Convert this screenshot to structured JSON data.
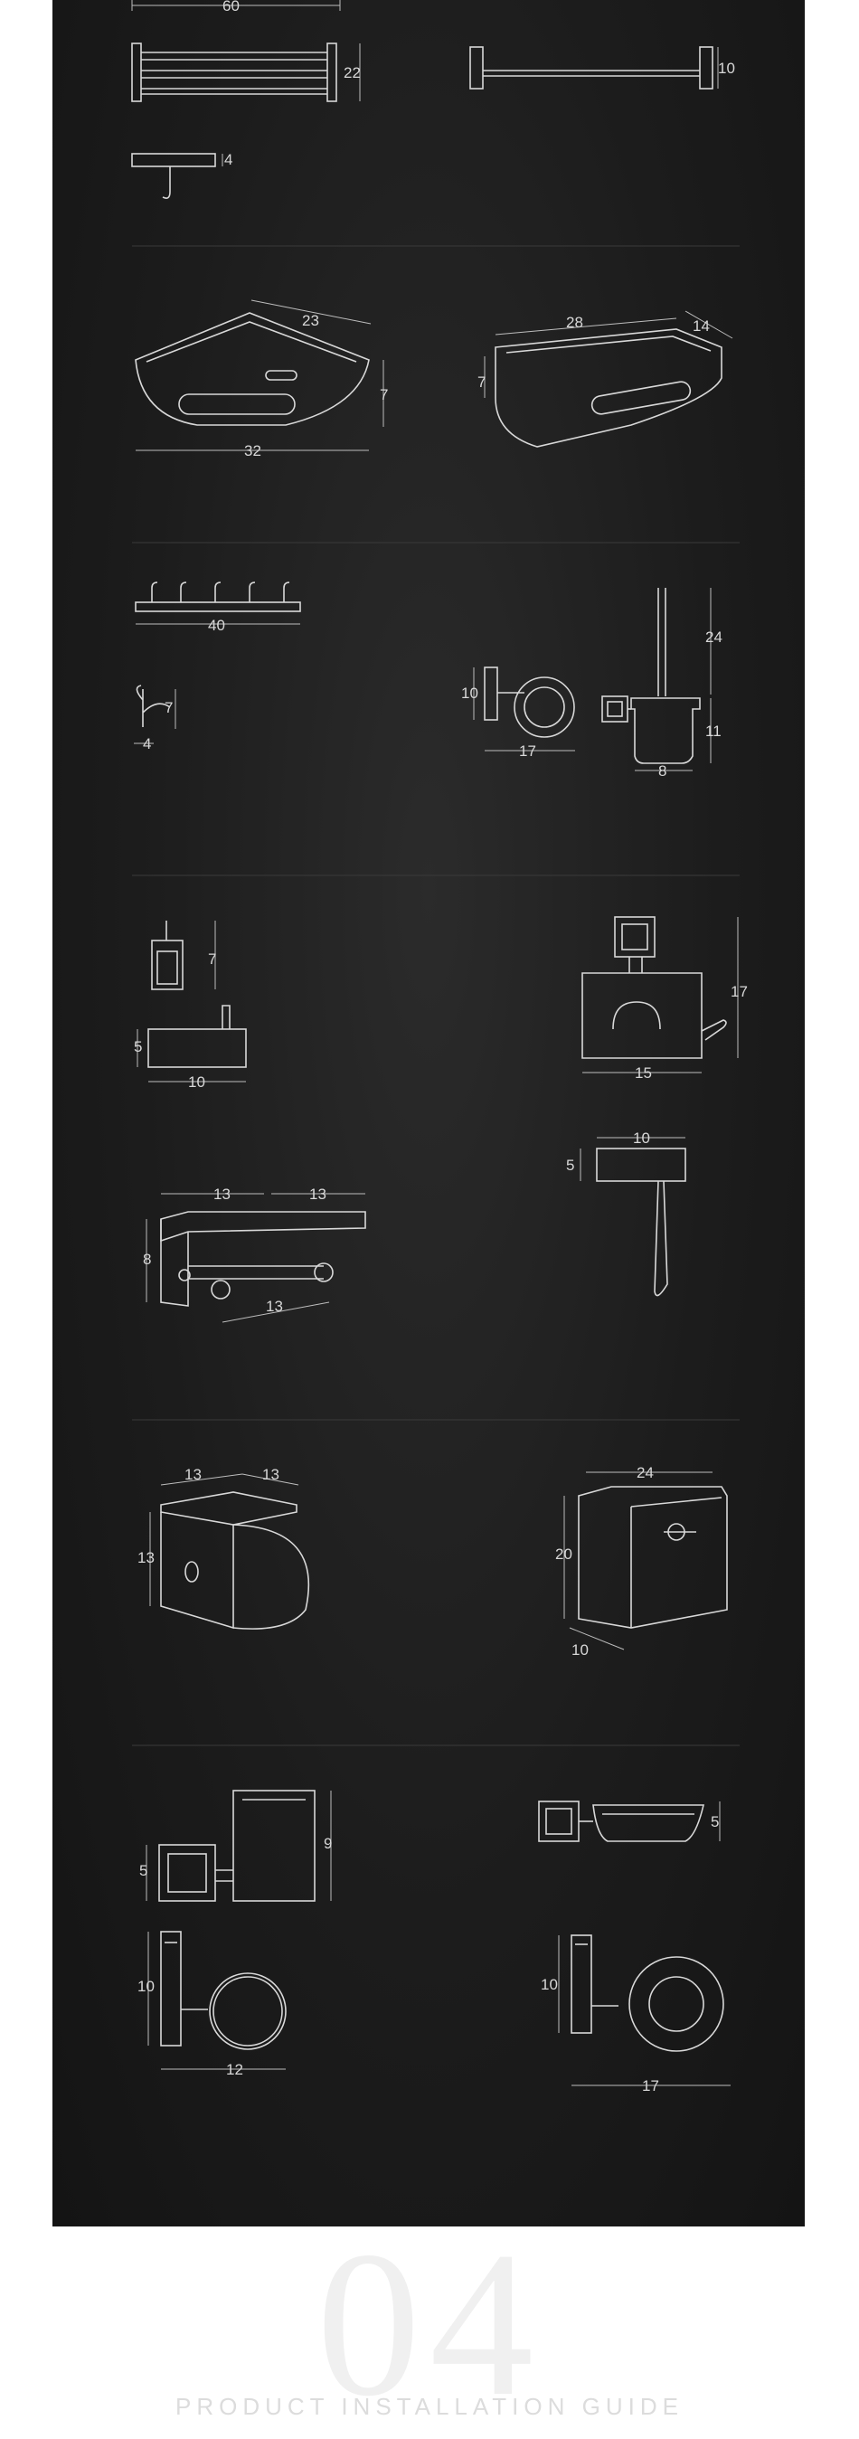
{
  "dimensions": {
    "towel_shelf_width": "60",
    "towel_shelf_height": "22",
    "towel_bar_height": "10",
    "towel_ring_depth": "4",
    "corner_basket_side": "23",
    "corner_basket_depth": "7",
    "corner_basket_width": "32",
    "rect_basket_width": "28",
    "rect_basket_depth": "14",
    "rect_basket_height": "7",
    "hook_rail_width": "40",
    "robe_hook_height": "7",
    "robe_hook_depth": "4",
    "tumbler_height": "10",
    "tumbler_width": "17",
    "brush_top": "24",
    "brush_holder_height": "11",
    "brush_holder_width": "8",
    "single_hook_height": "7",
    "single_hook_depth": "5",
    "single_hook_width": "10",
    "paper_holder_height": "17",
    "paper_holder_width": "15",
    "phone_shelf_top_a": "13",
    "phone_shelf_top_b": "13",
    "phone_shelf_height": "8",
    "phone_shelf_bar": "13",
    "wall_hook_width": "10",
    "wall_hook_depth": "5",
    "tissue_box_top_a": "13",
    "tissue_box_top_b": "13",
    "tissue_box_height": "13",
    "large_box_width": "24",
    "large_box_height": "20",
    "large_box_depth": "10",
    "cup_holder_height": "9",
    "cup_holder_depth": "5",
    "soap_dish_height": "5",
    "single_tumbler_height": "10",
    "single_tumbler_width": "12",
    "double_tumbler_height": "10",
    "double_tumbler_width": "17"
  },
  "footer": {
    "section_number": "04",
    "section_subtitle": "PRODUCT INSTALLATION GUIDE"
  },
  "colors": {
    "board": "#1c1c1c",
    "line": "#d8d8d8"
  },
  "icons": [
    "towel-shelf-icon",
    "towel-bar-icon",
    "towel-ring-icon",
    "corner-basket-icon",
    "rect-basket-icon",
    "hook-rail-icon",
    "robe-hook-icon",
    "tumbler-icon",
    "toilet-brush-icon",
    "paper-holder-icon",
    "phone-shelf-icon",
    "tissue-box-icon",
    "soap-dish-icon"
  ]
}
